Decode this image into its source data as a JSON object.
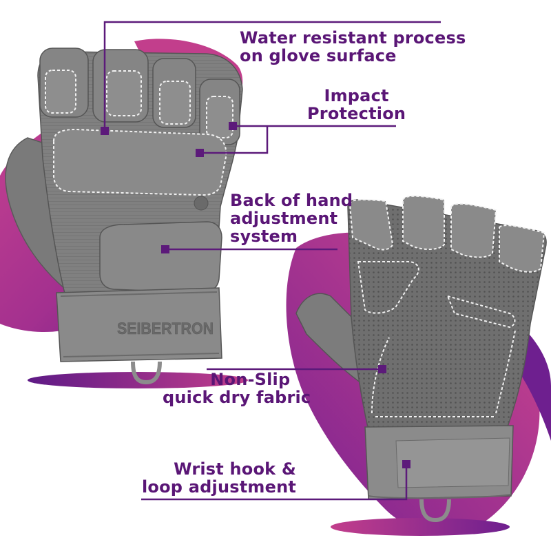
{
  "colors": {
    "accent": "#5c1a7a",
    "magenta": "#c23e8c",
    "purple": "#6e1f8f",
    "glove": "#7d7d7d",
    "glove_dark": "#5e5e5e",
    "glove_light": "#9a9a9a",
    "stitch": "#f2f2f2",
    "text": "#5a1676"
  },
  "callouts": {
    "water": {
      "line1": "Water resistant process",
      "line2": "on glove surface"
    },
    "impact": {
      "line1": "Impact",
      "line2": "Protection"
    },
    "back": {
      "line1": "Back of hand",
      "line2": "adjustment",
      "line3": "system"
    },
    "nonslip": {
      "line1": "Non-Slip",
      "line2": "quick dry fabric"
    },
    "wrist": {
      "line1": "Wrist hook &",
      "line2": "loop adjustment"
    }
  },
  "product": {
    "brand_mark": "SEIBERTRON"
  }
}
